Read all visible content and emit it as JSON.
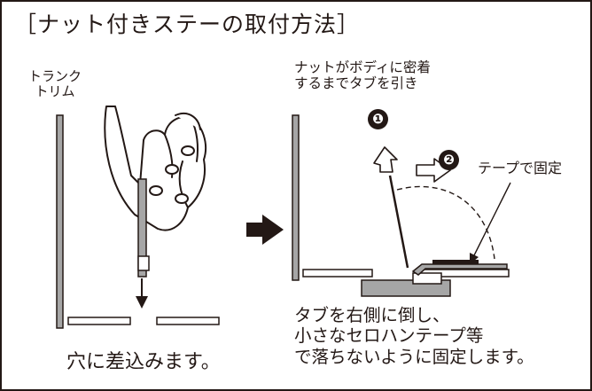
{
  "title": "［ナット付きステーの取付方法］",
  "left_panel": {
    "trunk_label": [
      "トランク",
      "トリム"
    ],
    "caption": "穴に差込みます。"
  },
  "right_panel": {
    "pull_instruction": [
      "ナットがボディに密着",
      "するまでタブを引き"
    ],
    "step1": "❶",
    "step2": "❷",
    "tape_label": "テープで固定",
    "caption": [
      "タブを右側に倒し、",
      "小さなセロハンテープ等",
      "で落ちないように固定します。"
    ]
  },
  "colors": {
    "ink": "#231815",
    "part_gray": "#a6a6a6",
    "background": "#ffffff"
  }
}
